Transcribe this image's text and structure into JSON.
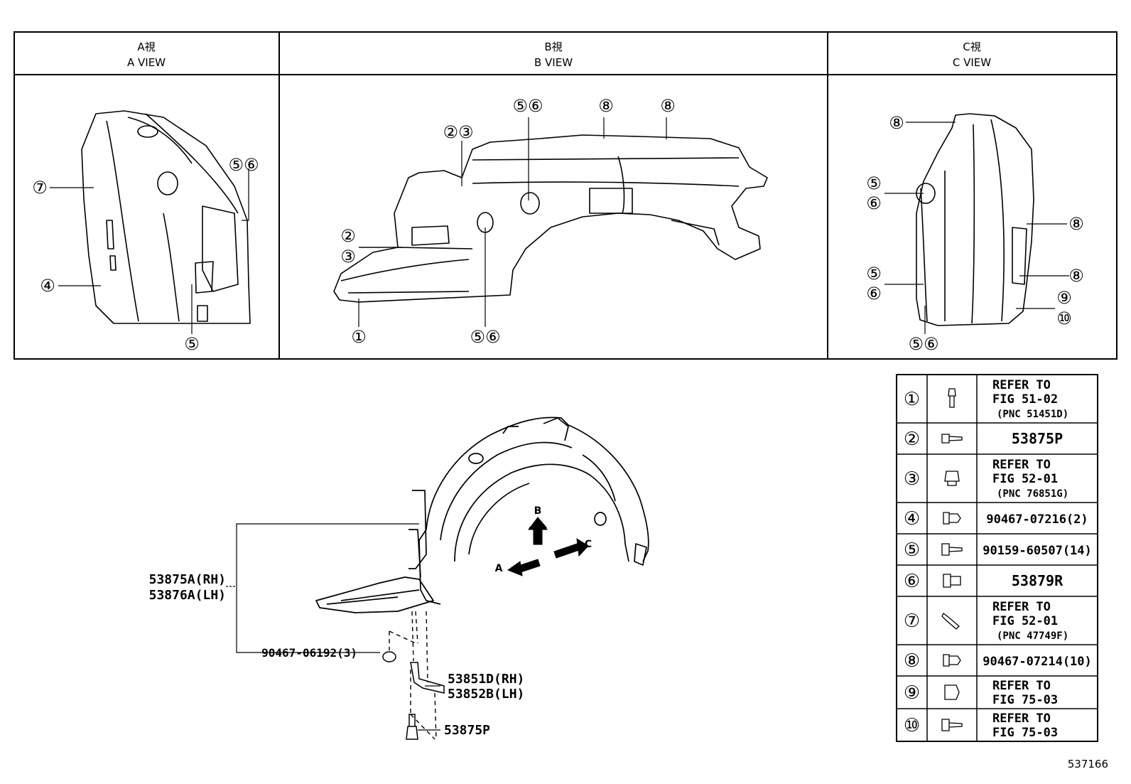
{
  "views": [
    {
      "jp": "A視",
      "en": "A VIEW"
    },
    {
      "jp": "B視",
      "en": "B VIEW"
    },
    {
      "jp": "C視",
      "en": "C VIEW"
    }
  ],
  "callouts": {
    "a": [
      "⑤⑥",
      "⑦",
      "④",
      "⑤"
    ],
    "b": [
      "②③",
      "⑤⑥",
      "⑧",
      "⑧",
      "②",
      "③",
      "①",
      "⑤⑥"
    ],
    "c": [
      "⑧",
      "⑤",
      "⑥",
      "⑧",
      "⑤",
      "⑥",
      "⑧",
      "⑨",
      "⑩",
      "⑤⑥"
    ]
  },
  "legend": [
    {
      "num": "①",
      "text": [
        "REFER TO",
        "FIG 51-02",
        "(PNC 51451D)"
      ]
    },
    {
      "num": "②",
      "text": [
        "53875P"
      ]
    },
    {
      "num": "③",
      "text": [
        "REFER TO",
        "FIG 52-01",
        "(PNC 76851G)"
      ]
    },
    {
      "num": "④",
      "text": [
        "90467-07216(2)"
      ]
    },
    {
      "num": "⑤",
      "text": [
        "90159-60507(14)"
      ]
    },
    {
      "num": "⑥",
      "text": [
        "53879R"
      ]
    },
    {
      "num": "⑦",
      "text": [
        "REFER TO",
        "FIG 52-01",
        "(PNC 47749F)"
      ]
    },
    {
      "num": "⑧",
      "text": [
        "90467-07214(10)"
      ]
    },
    {
      "num": "⑨",
      "text": [
        "REFER TO",
        "FIG 75-03"
      ]
    },
    {
      "num": "⑩",
      "text": [
        "REFER TO",
        "FIG 75-03"
      ]
    }
  ],
  "parts": {
    "liner_rh": "53875A(RH)",
    "liner_lh": "53876A(LH)",
    "clip": "90467-06192(3)",
    "bracket_rh": "53851D(RH)",
    "bracket_lh": "53852B(LH)",
    "bolt": "53875P"
  },
  "arrows": {
    "a": "A",
    "b": "B",
    "c": "C"
  },
  "figure_id": "537166"
}
